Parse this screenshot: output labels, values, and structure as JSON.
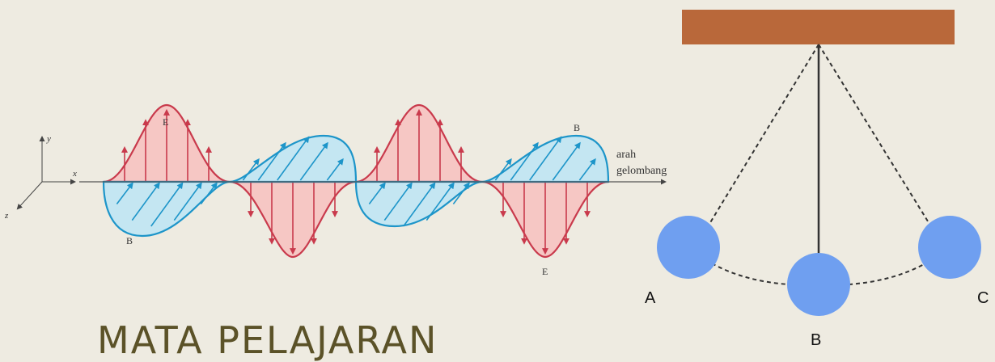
{
  "colors": {
    "background": "#eeebe1",
    "e_field_fill": "#f6c7c4",
    "e_field_line": "#c93a4c",
    "b_field_fill": "#bfe6f4",
    "b_field_line": "#1d95c9",
    "pendulum_support": "#b9683a",
    "bob": "#6f9ff0",
    "title_text": "#5b5228"
  },
  "wave": {
    "y_axis": "y",
    "x_axis": "x",
    "z_axis": "z",
    "e_label_top": "E",
    "e_label_bottom": "E",
    "b_label_left": "B",
    "b_label_right": "B",
    "direction_line1": "arah",
    "direction_line2": "gelombang"
  },
  "pendulum": {
    "label_a": "A",
    "label_b": "B",
    "label_c": "C"
  },
  "title": "MATA PELAJARAN"
}
